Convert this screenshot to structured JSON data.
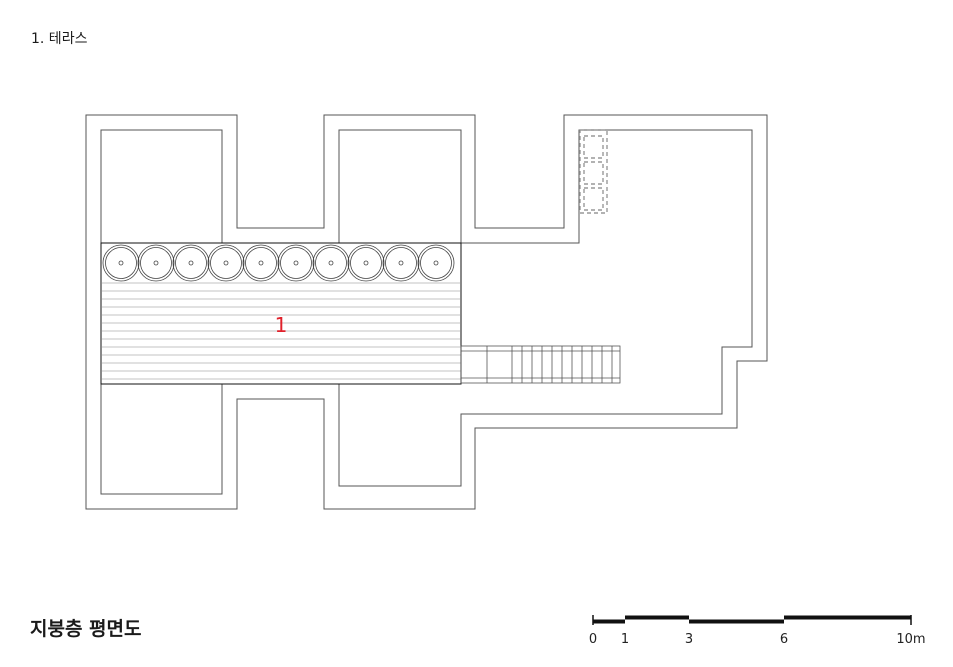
{
  "legend": {
    "item_1": "1. 테라스"
  },
  "plan": {
    "room_label": "1",
    "colors": {
      "line": "#555555",
      "dark": "#111111",
      "label": "#e0202a",
      "dashed": "#999999"
    }
  },
  "title": "지붕층 평면도",
  "scale_bar": {
    "ticks": [
      "0",
      "1",
      "3",
      "6",
      "10m"
    ]
  }
}
